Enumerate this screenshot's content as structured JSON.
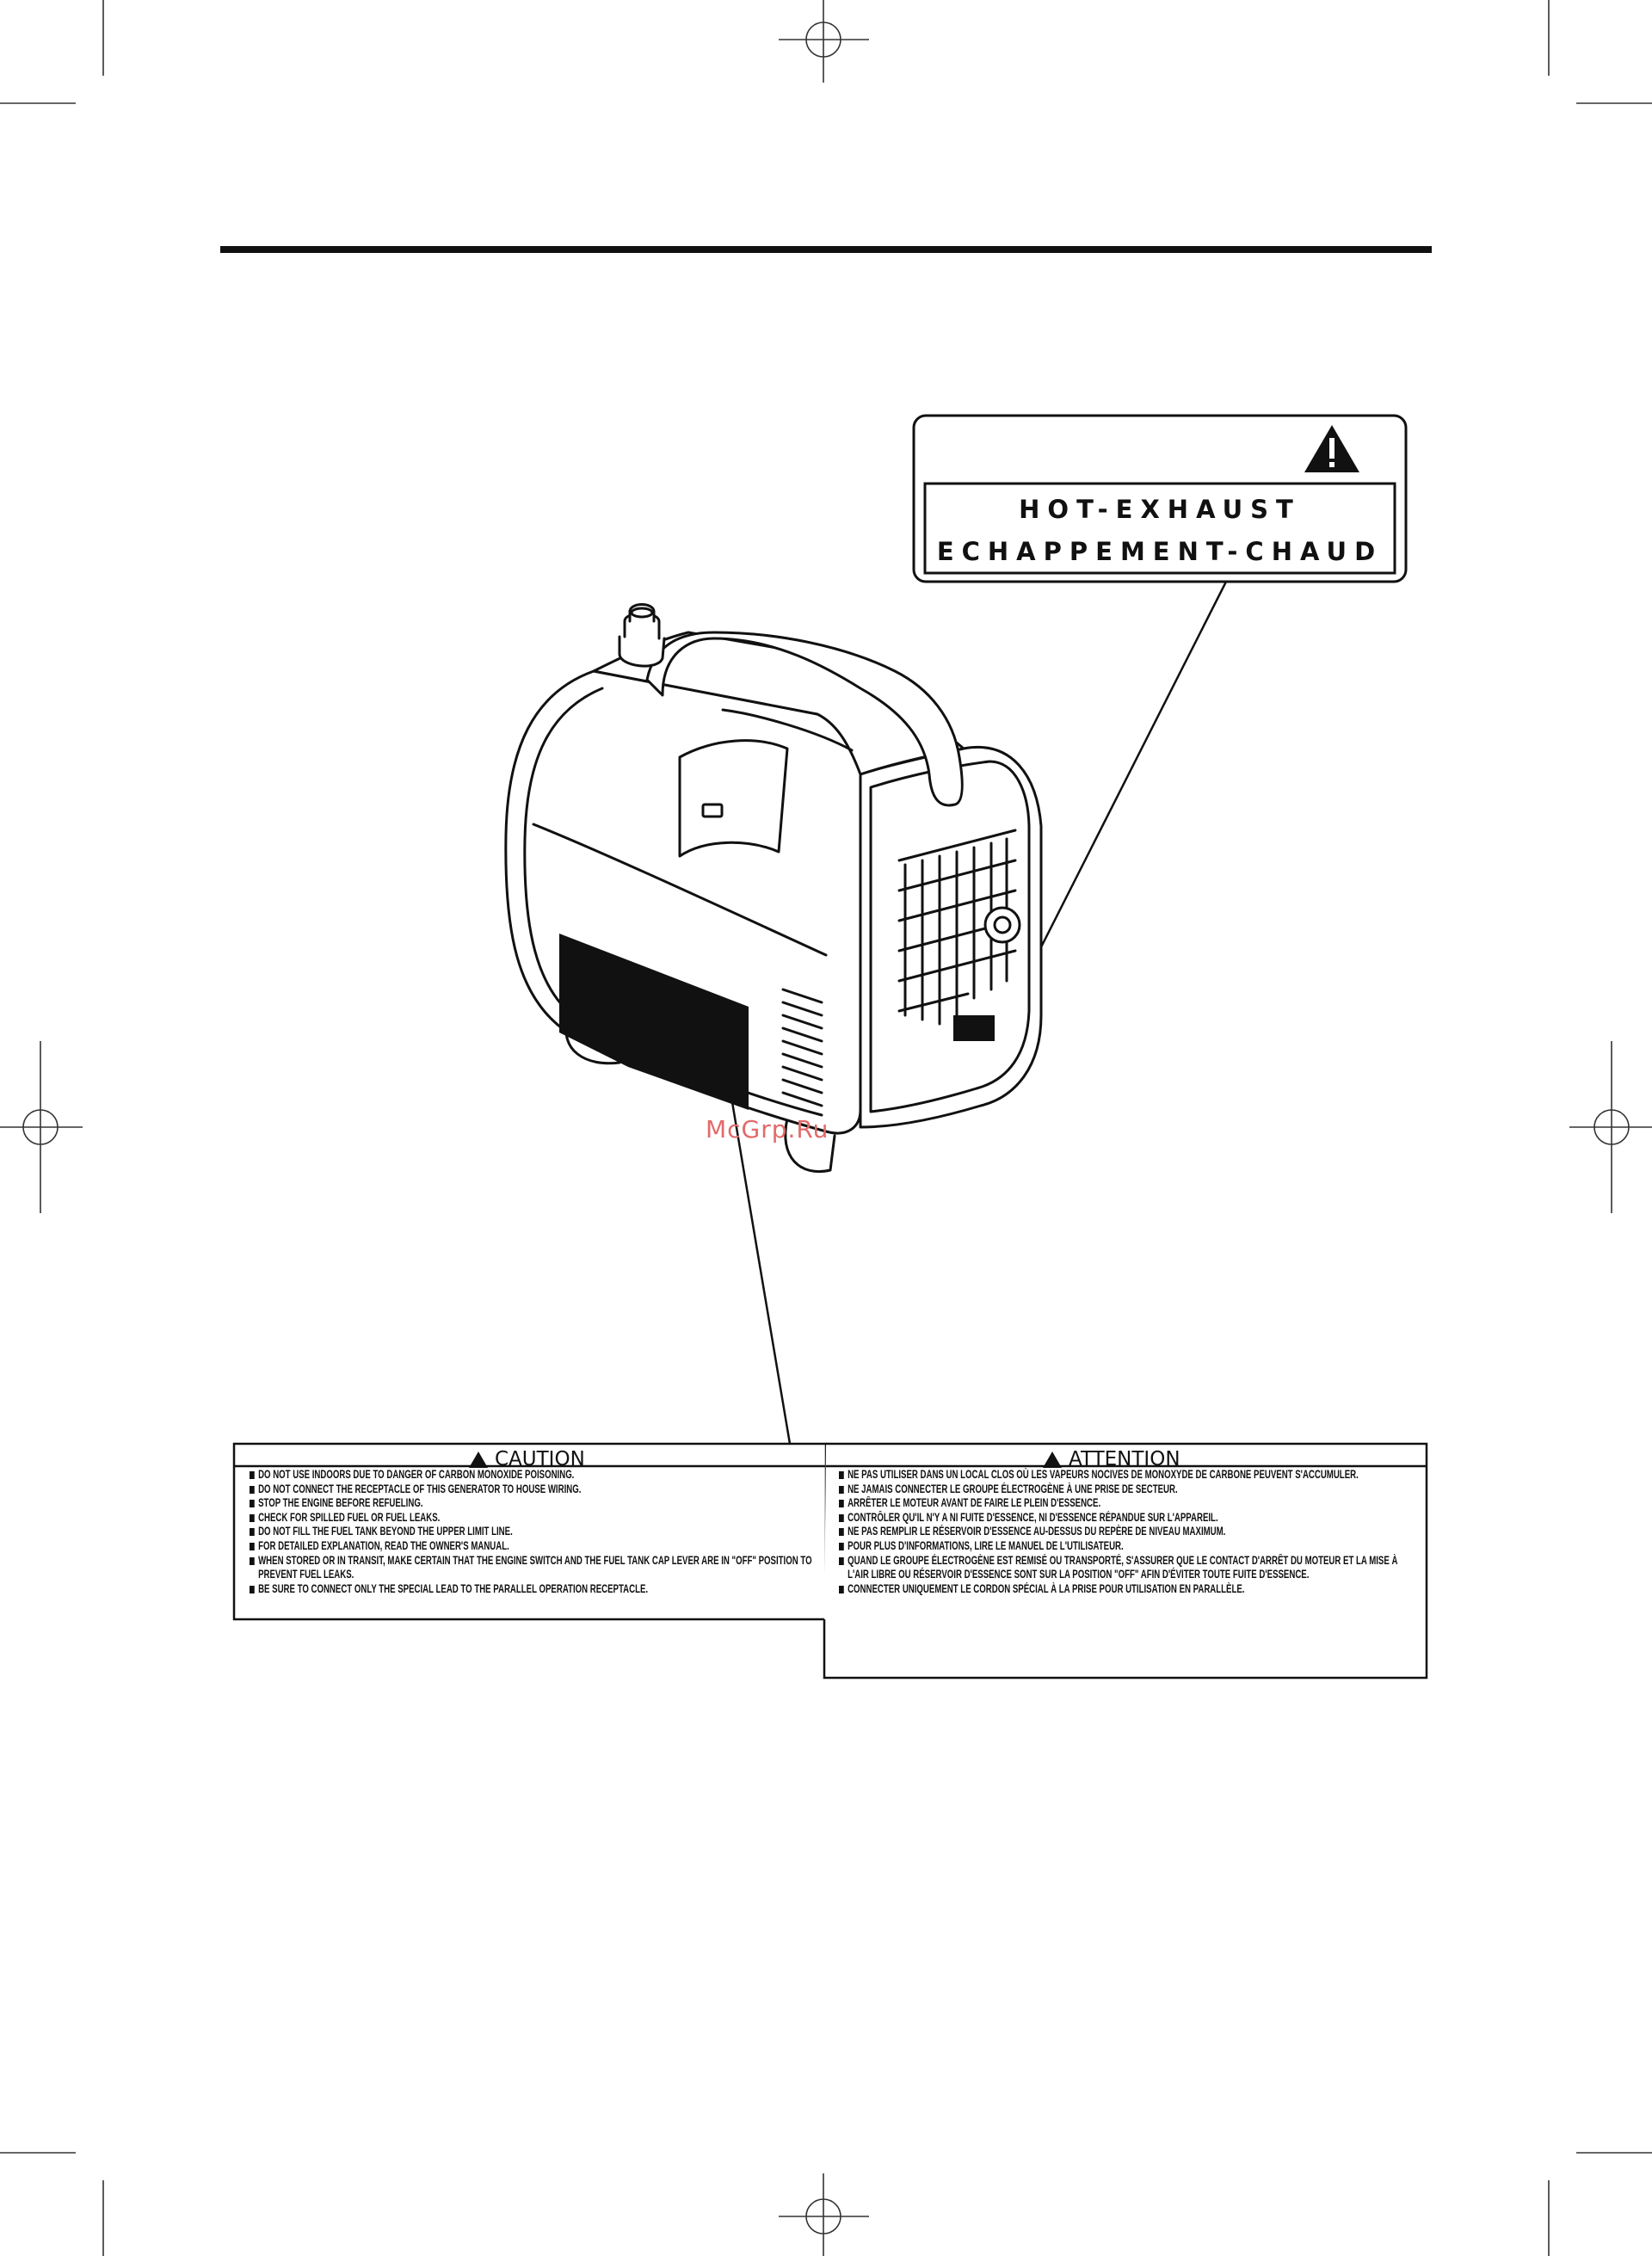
{
  "hot_exhaust_label": {
    "icon": "warning-triangle-icon",
    "line1": "HOT-EXHAUST",
    "line2": "ECHAPPEMENT-CHAUD"
  },
  "caution_label": {
    "icon": "warning-triangle-icon",
    "title": "CAUTION",
    "items": [
      "DO NOT USE INDOORS DUE TO DANGER OF CARBON MONOXIDE POISONING.",
      "DO NOT CONNECT THE RECEPTACLE OF THIS GENERATOR TO HOUSE WIRING.",
      "STOP THE ENGINE BEFORE REFUELING.",
      "CHECK FOR SPILLED FUEL OR FUEL LEAKS.",
      "DO NOT FILL THE FUEL TANK BEYOND THE UPPER LIMIT LINE.",
      "FOR DETAILED EXPLANATION, READ THE OWNER'S MANUAL.",
      "WHEN STORED OR IN TRANSIT, MAKE CERTAIN THAT THE ENGINE SWITCH AND THE FUEL TANK CAP LEVER ARE IN \"OFF\" POSITION TO PREVENT FUEL LEAKS.",
      "BE SURE TO CONNECT ONLY THE SPECIAL LEAD TO THE PARALLEL OPERATION RECEPTACLE."
    ]
  },
  "attention_label": {
    "icon": "warning-triangle-icon",
    "title": "ATTENTION",
    "items": [
      "NE PAS UTILISER DANS UN LOCAL CLOS OÙ LES VAPEURS NOCIVES DE MONOXYDE DE CARBONE PEUVENT S'ACCUMULER.",
      "NE JAMAIS CONNECTER LE GROUPE ÉLECTROGÈNE À UNE PRISE DE SECTEUR.",
      "ARRÊTER LE MOTEUR AVANT DE FAIRE LE PLEIN D'ESSENCE.",
      "CONTRÔLER QU'IL N'Y A NI FUITE D'ESSENCE, NI D'ESSENCE RÉPANDUE SUR L'APPAREIL.",
      "NE PAS REMPLIR LE RÉSERVOIR D'ESSENCE AU-DESSUS DU REPÈRE DE NIVEAU MAXIMUM.",
      "POUR PLUS D'INFORMATIONS, LIRE LE MANUEL DE L'UTILISATEUR.",
      "QUAND LE GROUPE ÉLECTROGÈNE EST REMISÉ OU TRANSPORTÉ, S'ASSURER QUE LE CONTACT D'ARRÊT DU MOTEUR ET LA MISE À L'AIR LIBRE OU RÉSERVOIR D'ESSENCE SONT SUR LA POSITION \"OFF\" AFIN D'ÉVITER TOUTE FUITE D'ESSENCE.",
      "CONNECTER UNIQUEMENT LE CORDON SPÉCIAL À LA PRISE POUR UTILISATION EN PARALLÈLE."
    ]
  },
  "watermark": "McGrp.Ru"
}
